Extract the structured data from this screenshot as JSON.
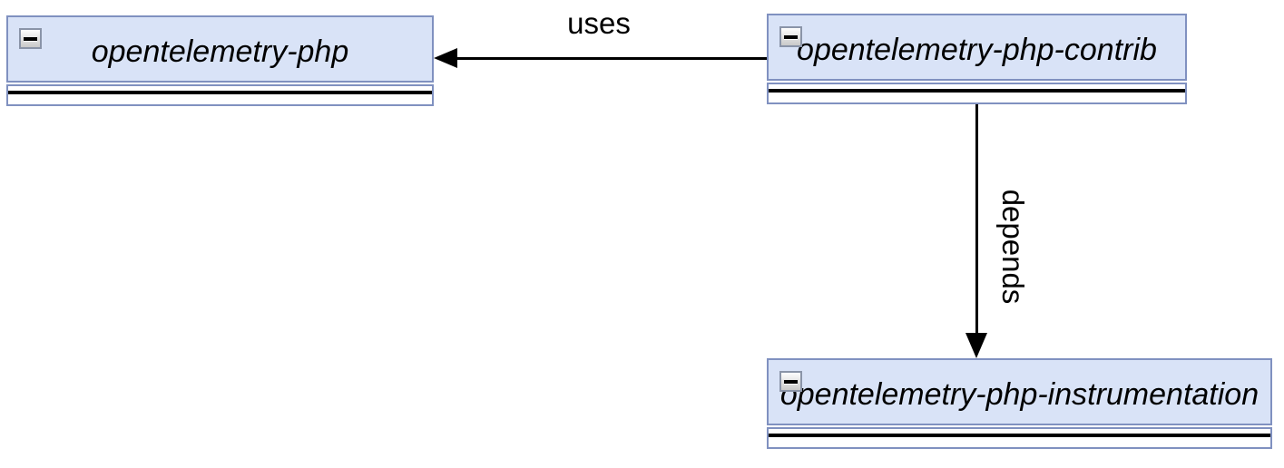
{
  "diagram": {
    "background_color": "#ffffff",
    "node_fill_color": "#d9e3f7",
    "node_border_color": "#8091c0",
    "edge_color": "#000000",
    "nodes": [
      {
        "id": "opentelemetry-php",
        "label": "opentelemetry-php",
        "collapse_icon": "minus-icon",
        "collapsed_body": true
      },
      {
        "id": "opentelemetry-php-contrib",
        "label": "opentelemetry-php-contrib",
        "collapse_icon": "minus-icon",
        "collapsed_body": true
      },
      {
        "id": "opentelemetry-php-instrumentation",
        "label": "opentelemetry-php-instrumentation",
        "collapse_icon": "minus-icon",
        "collapsed_body": true
      }
    ],
    "edges": [
      {
        "from": "opentelemetry-php-contrib",
        "to": "opentelemetry-php",
        "label": "uses",
        "direction": "left"
      },
      {
        "from": "opentelemetry-php-contrib",
        "to": "opentelemetry-php-instrumentation",
        "label": "depends",
        "direction": "down"
      }
    ]
  }
}
